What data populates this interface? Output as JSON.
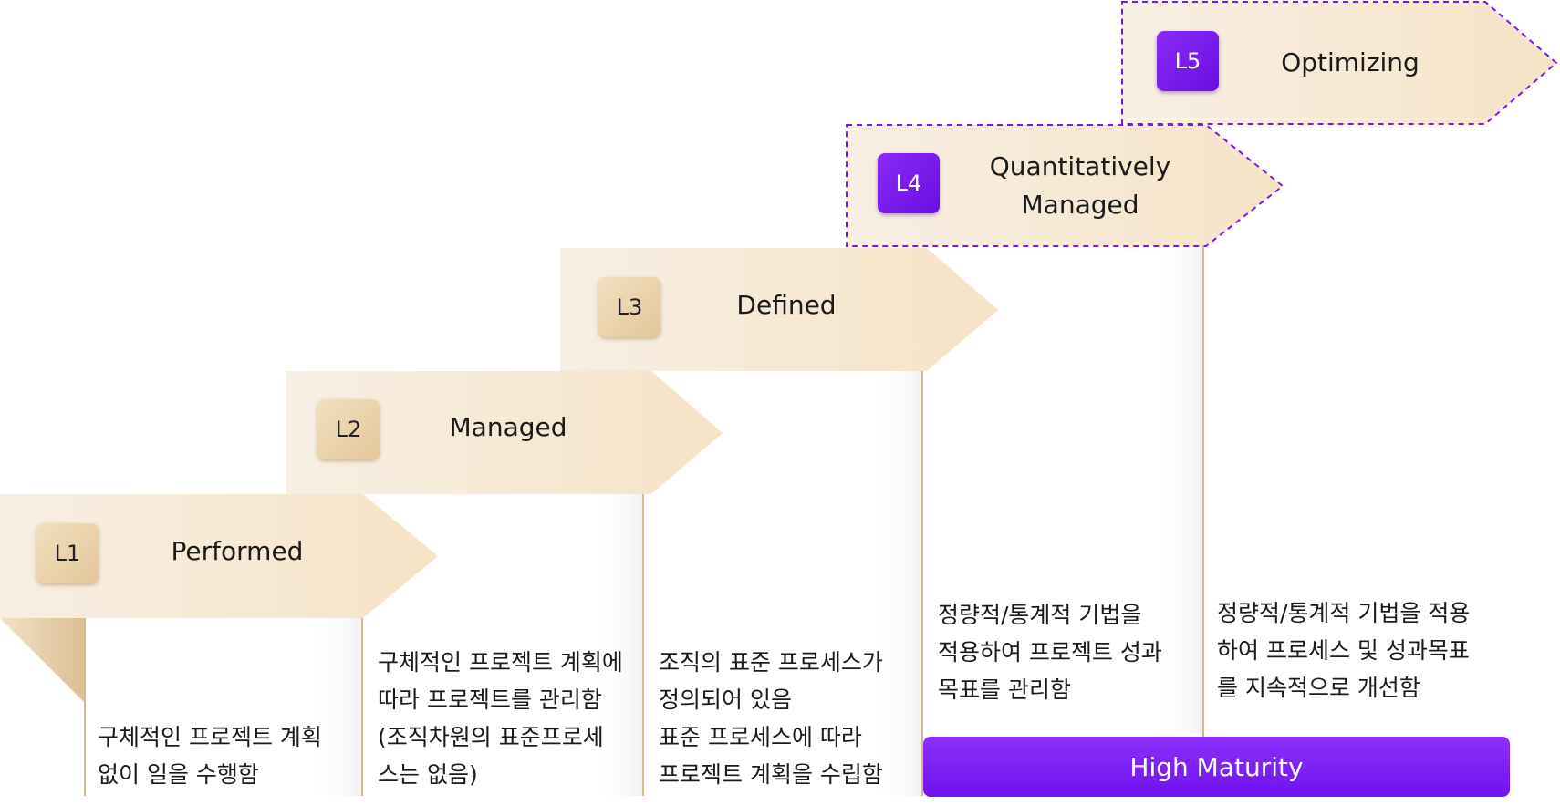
{
  "levels": [
    {
      "code": "L1",
      "name": "Performed",
      "description": "구체적인 프로젝트 계획\n없이 일을 수행함"
    },
    {
      "code": "L2",
      "name": "Managed",
      "description": "구체적인 프로젝트 계획에\n따라 프로젝트를 관리함\n(조직차원의 표준프로세\n스는 없음)"
    },
    {
      "code": "L3",
      "name": "Defined",
      "description": "조직의 표준 프로세스가\n정의되어 있음\n표준 프로세스에 따라\n프로젝트 계획을 수립함"
    },
    {
      "code": "L4",
      "name": "Quantitatively\nManaged",
      "description": "정량적/통계적 기법을\n적용하여 프로젝트 성과\n목표를 관리함"
    },
    {
      "code": "L5",
      "name": "Optimizing",
      "description": "정량적/통계적 기법을 적용\n하여 프로세스 및 성과목표\n를 지속적으로 개선함"
    }
  ],
  "high_maturity_label": "High Maturity",
  "colors": {
    "arrow_light": "#f6ebdc",
    "arrow_dark": "#f6e3c6",
    "badge_tan": "#e8ceaa",
    "accent_purple": "#7a16f2",
    "divider": "#d8b98a"
  }
}
